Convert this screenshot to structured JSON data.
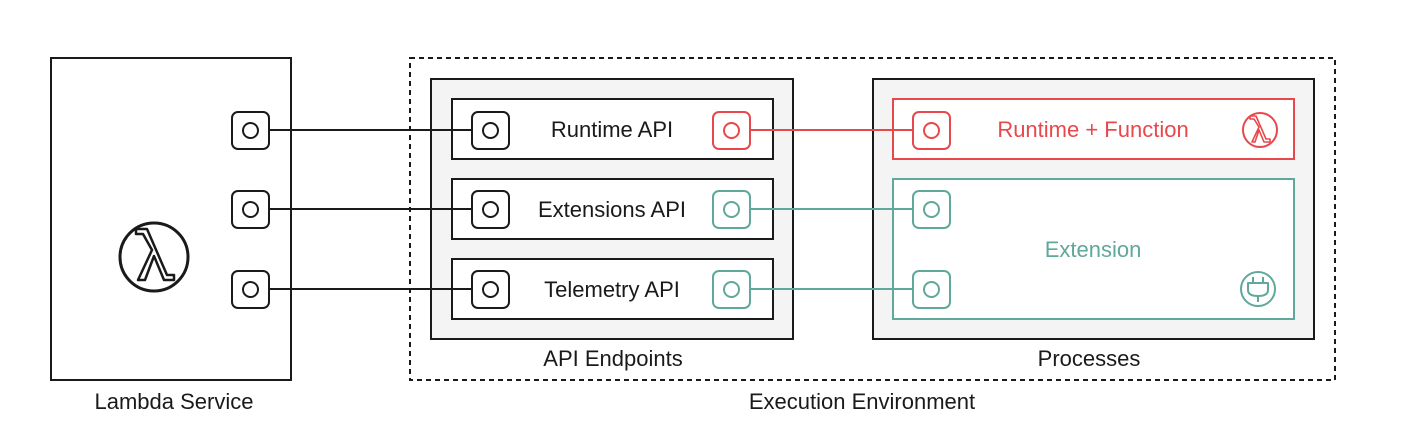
{
  "lambda_service": {
    "label": "Lambda Service"
  },
  "execution_environment": {
    "label": "Execution Environment"
  },
  "api_endpoints": {
    "label": "API Endpoints",
    "runtime_api": "Runtime API",
    "extensions_api": "Extensions API",
    "telemetry_api": "Telemetry API"
  },
  "processes": {
    "label": "Processes",
    "runtime_function": "Runtime + Function",
    "extension": "Extension"
  },
  "icons": {
    "lambda": "lambda-icon",
    "plug": "plug-icon",
    "port": "port-icon"
  },
  "colors": {
    "black": "#1a1a1a",
    "red": "#e8484c",
    "teal": "#5fa89a",
    "panel_gray": "#f4f4f4"
  }
}
